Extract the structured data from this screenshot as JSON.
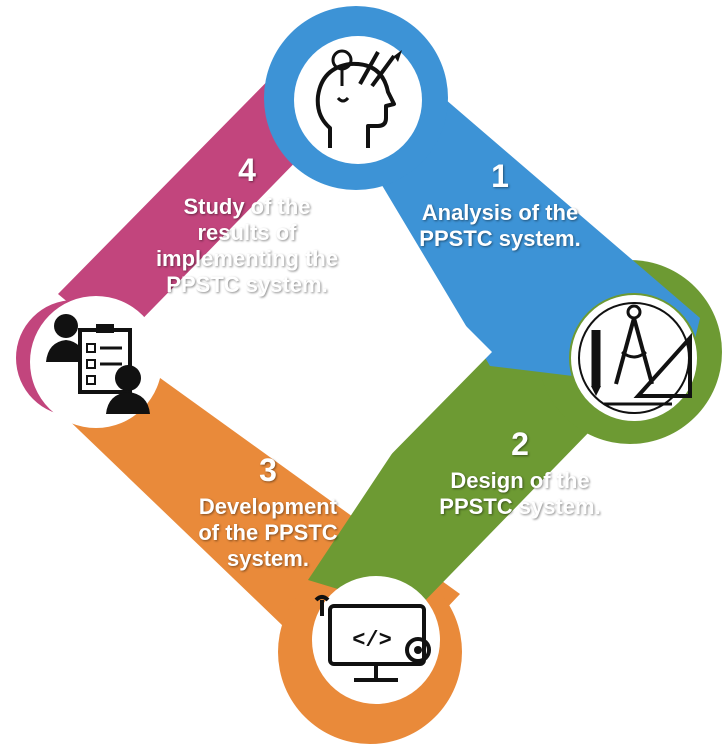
{
  "colors": {
    "step1": "#3d93d6",
    "step2": "#6d9a33",
    "step3": "#e98a3a",
    "step4": "#c2457d",
    "icon": "#111111",
    "circle": "#ffffff"
  },
  "steps": [
    {
      "number": "1",
      "label_lines": [
        "Analysis of the",
        "PPSTC system."
      ],
      "icon": "head-with-tools-icon"
    },
    {
      "number": "2",
      "label_lines": [
        "Design of the",
        "PPSTC system."
      ],
      "icon": "drafting-compass-ruler-icon"
    },
    {
      "number": "3",
      "label_lines": [
        "Development",
        "of the PPSTC",
        "system."
      ],
      "icon": "monitor-code-gear-icon"
    },
    {
      "number": "4",
      "label_lines": [
        "Study of the",
        "results of",
        "implementing the",
        "PPSTC system."
      ],
      "icon": "people-checklist-icon"
    }
  ]
}
